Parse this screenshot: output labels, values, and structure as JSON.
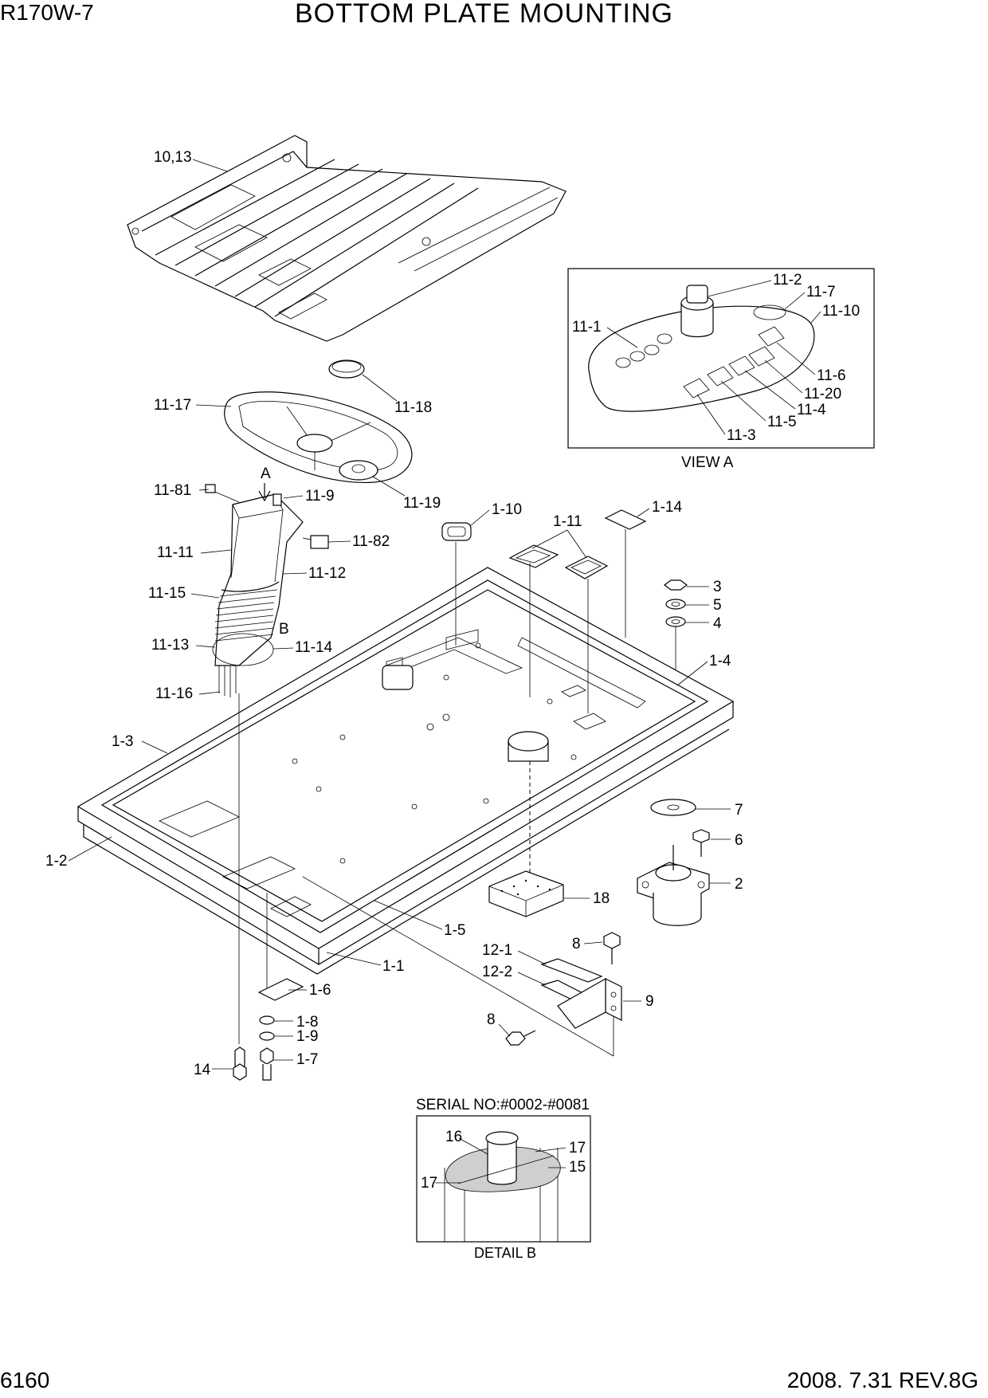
{
  "header": {
    "model": "R170W-7",
    "title": "BOTTOM PLATE MOUNTING"
  },
  "footer": {
    "page": "6160",
    "revision": "2008. 7.31  REV.8G"
  },
  "view_a": {
    "caption": "VIEW A"
  },
  "detail_b": {
    "serial": "SERIAL NO:#0002-#0081",
    "caption": "DETAIL  B"
  },
  "markers": {
    "a": "A",
    "b": "B"
  },
  "callouts": {
    "c10_13": "10,13",
    "c11_17": "11-17",
    "c11_18": "11-18",
    "c11_19": "11-19",
    "c11_81": "11-81",
    "c11_9": "11-9",
    "c11_82": "11-82",
    "c11_11": "11-11",
    "c11_12": "11-12",
    "c11_15": "11-15",
    "c11_13": "11-13",
    "c11_14": "11-14",
    "c11_16": "11-16",
    "c11_1": "11-1",
    "c11_2": "11-2",
    "c11_7": "11-7",
    "c11_10": "11-10",
    "c11_6": "11-6",
    "c11_20": "11-20",
    "c11_4": "11-4",
    "c11_5": "11-5",
    "c11_3": "11-3",
    "c1_10": "1-10",
    "c1_11": "1-11",
    "c1_14": "1-14",
    "c3": "3",
    "c5": "5",
    "c4": "4",
    "c1_4": "1-4",
    "c1_3": "1-3",
    "c1_2": "1-2",
    "c1_5": "1-5",
    "c1_1": "1-1",
    "c7": "7",
    "c6": "6",
    "c2": "2",
    "c18": "18",
    "c8a": "8",
    "c12_1": "12-1",
    "c12_2": "12-2",
    "c9": "9",
    "c8b": "8",
    "c1_6": "1-6",
    "c1_8": "1-8",
    "c1_9": "1-9",
    "c1_7": "1-7",
    "c14": "14",
    "d16": "16",
    "d17a": "17",
    "d15": "15",
    "d17b": "17"
  }
}
